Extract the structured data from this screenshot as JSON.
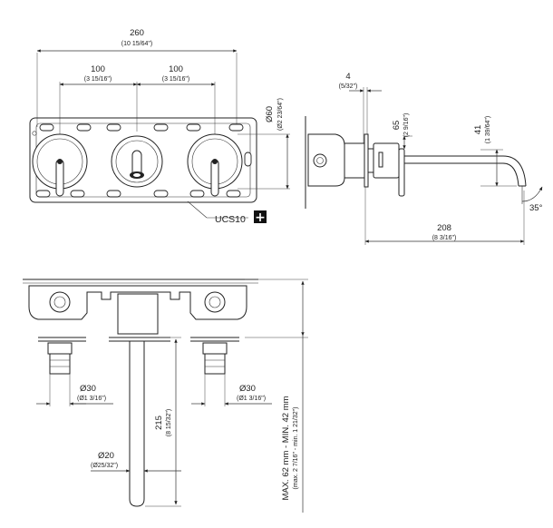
{
  "front_view": {
    "overall_width": "260",
    "overall_width_inch": "(10 15/64\")",
    "spacing_left": "100",
    "spacing_left_inch": "(3 15/16\")",
    "spacing_right": "100",
    "spacing_right_inch": "(3 15/16\")",
    "plate_diameter": "Ø60",
    "plate_diameter_inch": "(Ø2 23/64\")",
    "kit_code": "UCS10",
    "kit_symbol": "+"
  },
  "side_view": {
    "plate_thickness": "4",
    "plate_thickness_inch": "(5/32\")",
    "height_upper": "65",
    "height_upper_inch": "(2 9/16\")",
    "height_spout": "41",
    "height_spout_inch": "(1 39/64\")",
    "spout_length": "208",
    "spout_length_inch": "(8 3/16\")",
    "swivel_angle": "35°"
  },
  "bottom_view": {
    "left_pipe_diameter": "Ø30",
    "left_pipe_diameter_inch": "(Ø1 3/16\")",
    "right_pipe_diameter": "Ø30",
    "right_pipe_diameter_inch": "(Ø1 3/16\")",
    "spout_diameter": "Ø20",
    "spout_diameter_inch": "(Ø25/32\")",
    "spout_length": "215",
    "spout_length_inch": "(8 15/32\")",
    "wall_depth": "MAX. 62 mm - MIN. 42 mm",
    "wall_depth_inch": "(max. 2 7/16\" - min. 1 21/32\")"
  }
}
